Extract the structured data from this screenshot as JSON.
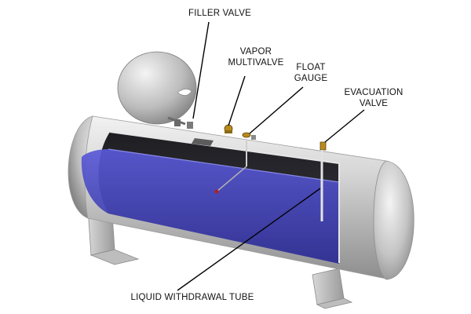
{
  "labels": {
    "filler_valve": "FILLER VALVE",
    "vapor_multivalve": "VAPOR\nMULTIVALVE",
    "float_gauge": "FLOAT\nGAUGE",
    "evacuation_valve": "EVACUATION\nVALVE",
    "liquid_withdrawal_tube": "LIQUID WITHDRAWAL TUBE"
  },
  "colors": {
    "tank_shell": "#c7c7c7",
    "tank_interior": "#2a2a2e",
    "liquid": "#4a4ac8",
    "leader_line": "#000000"
  }
}
